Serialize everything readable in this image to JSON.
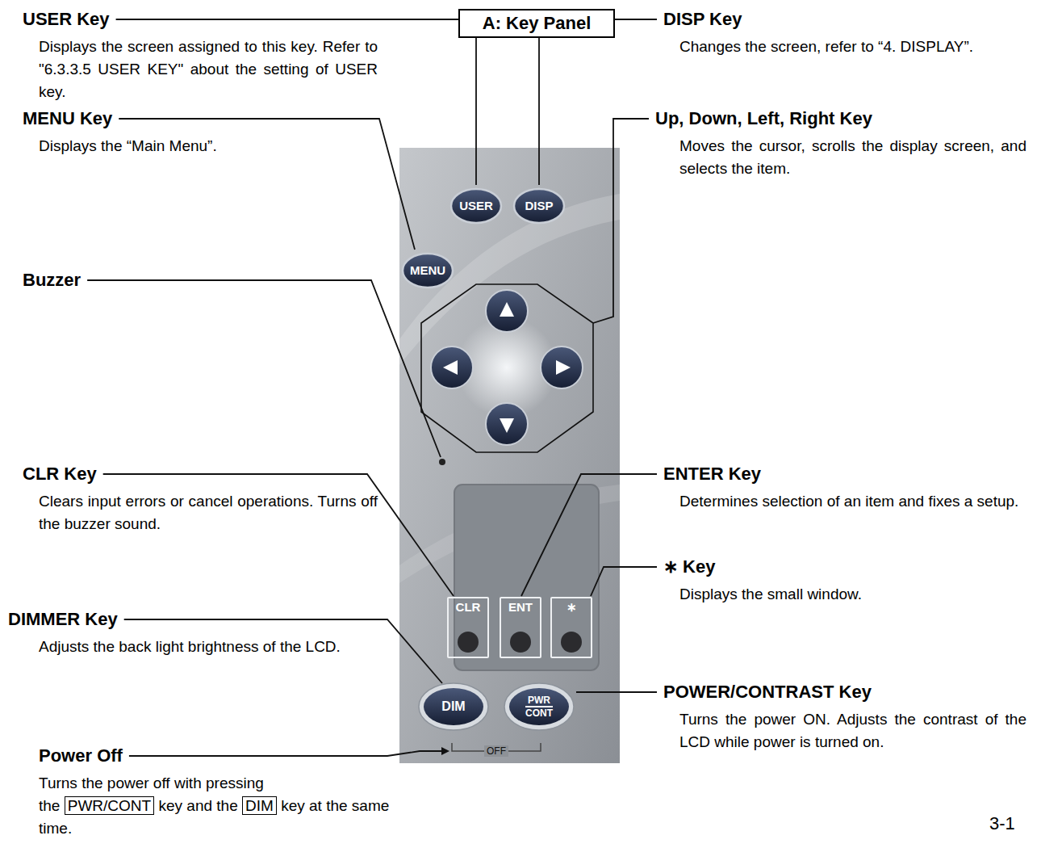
{
  "diagram": {
    "nodes": [
      {
        "text": [
          "A: Key Panel"
        ]
      },
      {
        "text": [
          "USER"
        ]
      },
      {
        "text": [
          "DISP"
        ]
      },
      {
        "text": [
          "MENU"
        ]
      },
      {
        "text": [
          "CLR"
        ]
      },
      {
        "text": [
          "ENT"
        ]
      },
      {
        "text": [
          "∗"
        ]
      },
      {
        "text": [
          "DIM"
        ]
      },
      {
        "text": [
          "PWR",
          "CONT"
        ]
      }
    ],
    "labels": [
      "USER Key",
      "Displays the screen assigned to this key. Refer to \"6.3.3.5 USER KEY\" about the setting of USER key.",
      "DISP Key",
      "Changes the screen, refer to “4. DISPLAY”.",
      "MENU Key",
      "Displays the “Main Menu”.",
      "Up, Down, Left, Right Key",
      "Moves the cursor, scrolls the display screen, and selects the item.",
      "Buzzer",
      "CLR Key",
      "Clears input errors or cancel operations. Turns off the buzzer sound.",
      "ENTER Key",
      "Determines selection of an item and fixes a setup.",
      "∗ Key",
      "Displays the small window.",
      "DIMMER Key",
      "Adjusts the back light brightness of the LCD.",
      "POWER/CONTRAST Key",
      "Turns the power ON. Adjusts the contrast of the LCD while power is turned on.",
      "Power Off",
      "Turns the power off with pressing the",
      "PWR/CONT",
      "key and the",
      "DIM",
      "key at the same time.",
      "OFF",
      "3-1"
    ]
  }
}
